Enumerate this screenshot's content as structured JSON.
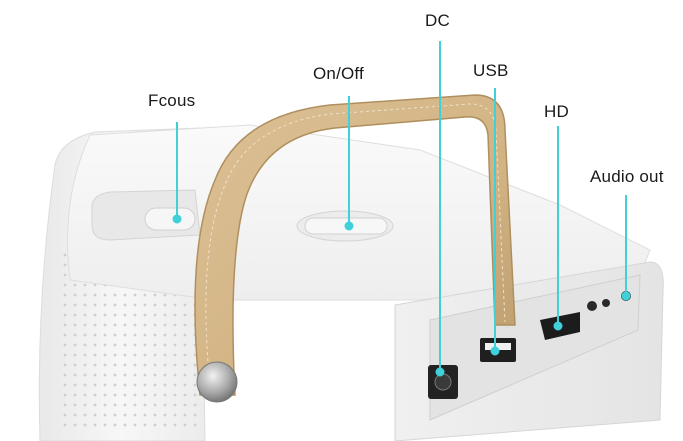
{
  "callouts": [
    {
      "id": "focus",
      "label": "Fcous"
    },
    {
      "id": "onoff",
      "label": "On/Off"
    },
    {
      "id": "dc",
      "label": "DC"
    },
    {
      "id": "usb",
      "label": "USB"
    },
    {
      "id": "hd",
      "label": "HD"
    },
    {
      "id": "audio",
      "label": "Audio out"
    }
  ],
  "colors": {
    "callout_line": "#3fd0da",
    "handle_leather": "#d6b98c",
    "body_white": "#f2f2f2"
  }
}
